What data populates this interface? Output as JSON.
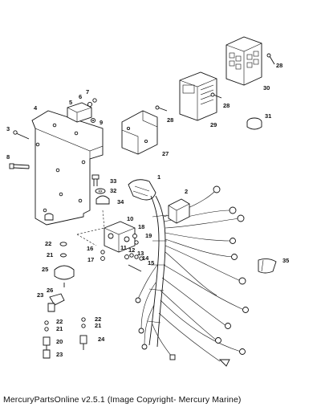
{
  "caption": "MercuryPartsOnline v2.5.1 (Image Copyright- Mercury Marine)",
  "callouts": {
    "n1": "1",
    "n2": "2",
    "n3": "3",
    "n4": "4",
    "n5": "5",
    "n6": "6",
    "n7": "7",
    "n8": "8",
    "n9": "9",
    "n10": "10",
    "n11": "11",
    "n12": "12",
    "n13": "13",
    "n14": "14",
    "n15": "15",
    "n16": "16",
    "n17": "17",
    "n18": "18",
    "n19": "19",
    "n20": "20",
    "n21a": "21",
    "n21b": "21",
    "n21c": "21",
    "n22a": "22",
    "n22b": "22",
    "n22c": "22",
    "n23a": "23",
    "n23b": "23",
    "n24": "24",
    "n25": "25",
    "n26": "26",
    "n27": "27",
    "n28a": "28",
    "n28b": "28",
    "n28c": "28",
    "n29": "29",
    "n30": "30",
    "n31": "31",
    "n32": "32",
    "n33": "33",
    "n34": "34",
    "n35": "35"
  }
}
